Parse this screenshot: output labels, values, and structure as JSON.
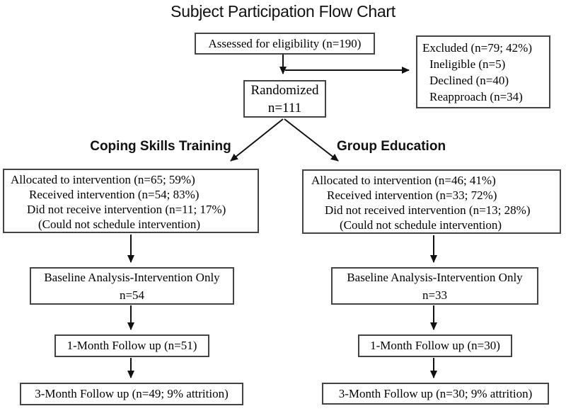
{
  "title": "Subject Participation Flow Chart",
  "arms": {
    "left_label": "Coping Skills Training",
    "right_label": "Group Education"
  },
  "nodes": {
    "assessed": {
      "text": "Assessed for eligibility (n=190)"
    },
    "excluded": {
      "lines": [
        "Excluded (n=79; 42%)",
        "Ineligible (n=5)",
        "Declined (n=40)",
        "Reapproach (n=34)"
      ]
    },
    "randomized": {
      "line1": "Randomized",
      "line2": "n=111"
    },
    "coping_allocated": {
      "lines": [
        "Allocated to intervention (n=65; 59%)",
        "Received intervention (n=54; 83%)",
        "Did not receive intervention (n=11; 17%)",
        "(Could not schedule intervention)"
      ]
    },
    "group_allocated": {
      "lines": [
        "Allocated to intervention (n=46; 41%)",
        "Received intervention (n=33; 72%)",
        "Did not received intervention (n=13; 28%)",
        "(Could not schedule intervention)"
      ]
    },
    "coping_baseline": {
      "line1": "Baseline Analysis-Intervention Only",
      "line2": "n=54"
    },
    "group_baseline": {
      "line1": "Baseline Analysis-Intervention Only",
      "line2": "n=33"
    },
    "coping_month1": {
      "text": "1-Month Follow up (n=51)"
    },
    "group_month1": {
      "text": "1-Month Follow up (n=30)"
    },
    "coping_month3": {
      "text": "3-Month Follow up (n=49; 9% attrition)"
    },
    "group_month3": {
      "text": "3-Month Follow up (n=30; 9% attrition)"
    }
  }
}
